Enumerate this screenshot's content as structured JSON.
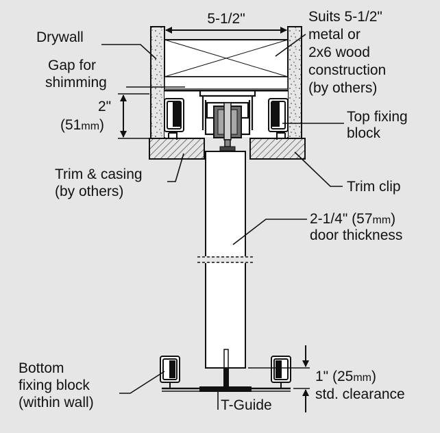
{
  "labels": {
    "width": "5-1/2\"",
    "drywall": "Drywall",
    "gap_line1": "Gap for",
    "gap_line2": "shimming",
    "suits_line1": "Suits 5-1/2\"",
    "suits_line2": "metal or",
    "suits_line3": "2x6 wood",
    "suits_line4": "construction",
    "suits_line5": "(by others)",
    "height_in": "2\"",
    "height_mm_open": "(51",
    "height_mm_unit": "mm",
    "height_mm_close": ")",
    "top_block_line1": "Top fixing",
    "top_block_line2": "block",
    "trim_line1": "Trim & casing",
    "trim_line2": "(by others)",
    "trim_clip": "Trim clip",
    "door_line1_a": "2-1/4\" (57",
    "door_line1_unit": "mm",
    "door_line1_b": ")",
    "door_line2": "door thickness",
    "bottom_line1": "Bottom",
    "bottom_line2": "fixing block",
    "bottom_line3": "(within wall)",
    "clear_line1_a": "1\" (25",
    "clear_line1_unit": "mm",
    "clear_line1_b": ")",
    "clear_line2": "std. clearance",
    "tguide": "T-Guide"
  },
  "colors": {
    "background": "#e6e6e7",
    "ink": "#111111",
    "panel": "#ffffff",
    "hatch": "#555555"
  }
}
